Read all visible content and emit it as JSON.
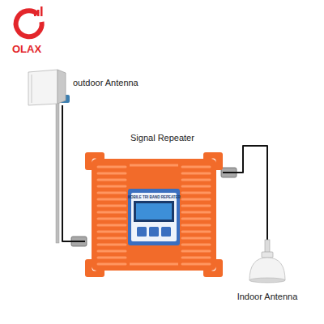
{
  "diagram": {
    "nodes": [
      {
        "text": [
          "outdoor Antenna"
        ]
      },
      {
        "text": [
          "Signal Repeater"
        ]
      },
      {
        "text": [
          "Indoor Antenna"
        ]
      }
    ],
    "edges": [
      {
        "from": 0,
        "to": 1,
        "arrow": "none"
      },
      {
        "from": 1,
        "to": 2,
        "arrow": "none"
      }
    ],
    "labels": [
      "OLAX",
      "MOBILE TRI BAND REPEATER"
    ]
  }
}
